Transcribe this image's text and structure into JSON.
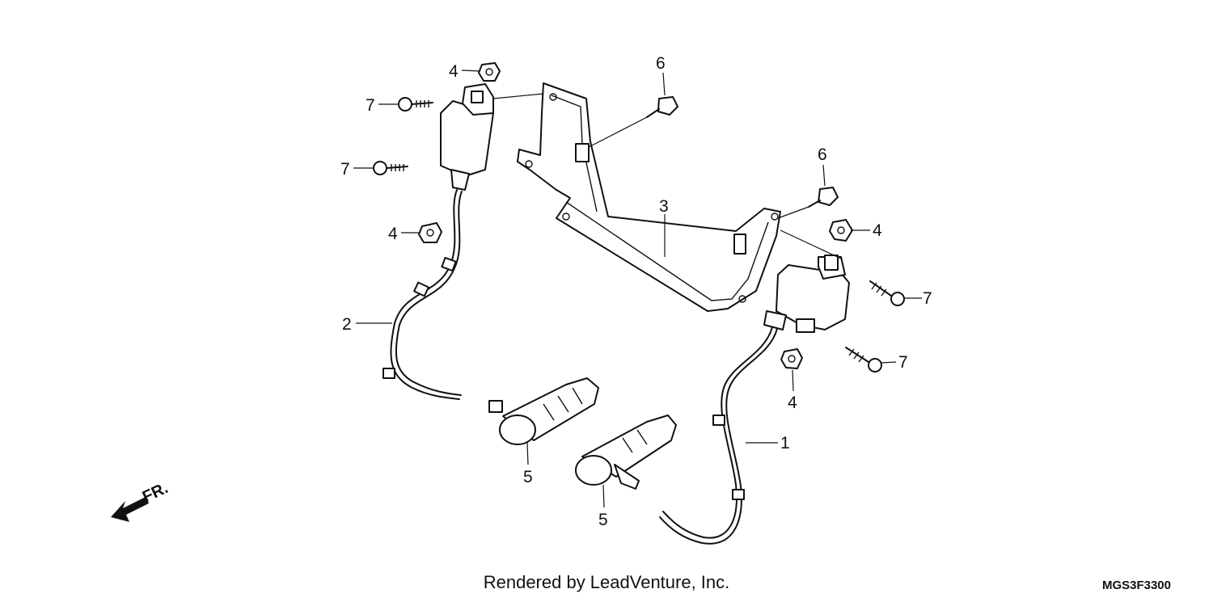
{
  "callouts": {
    "c1": "1",
    "c2": "2",
    "c3": "3",
    "c4a": "4",
    "c4b": "4",
    "c4c": "4",
    "c4d": "4",
    "c5a": "5",
    "c5b": "5",
    "c6a": "6",
    "c6b": "6",
    "c7a": "7",
    "c7b": "7",
    "c7c": "7",
    "c7d": "7"
  },
  "direction_label": "FR.",
  "footer": "Rendered by LeadVenture, Inc.",
  "diagram_code": "MGS3F3300"
}
